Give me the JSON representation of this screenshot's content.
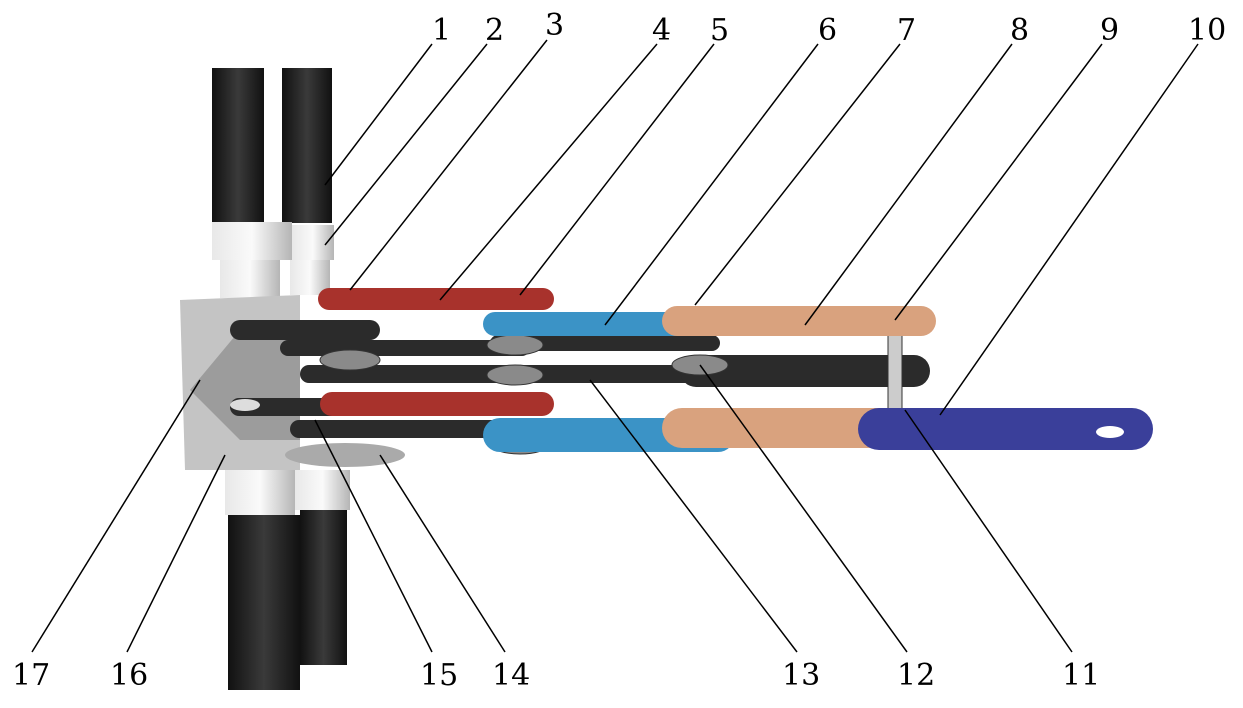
{
  "diagram": {
    "callouts": [
      {
        "id": "1",
        "text": "1"
      },
      {
        "id": "2",
        "text": "2"
      },
      {
        "id": "3",
        "text": "3"
      },
      {
        "id": "4",
        "text": "4"
      },
      {
        "id": "5",
        "text": "5"
      },
      {
        "id": "6",
        "text": "6"
      },
      {
        "id": "7",
        "text": "7"
      },
      {
        "id": "8",
        "text": "8"
      },
      {
        "id": "9",
        "text": "9"
      },
      {
        "id": "10",
        "text": "10"
      },
      {
        "id": "11",
        "text": "11"
      },
      {
        "id": "12",
        "text": "12"
      },
      {
        "id": "13",
        "text": "13"
      },
      {
        "id": "14",
        "text": "14"
      },
      {
        "id": "15",
        "text": "15"
      },
      {
        "id": "16",
        "text": "16"
      },
      {
        "id": "17",
        "text": "17"
      }
    ],
    "colors": {
      "motor": "#1a1a1a",
      "aluminum": "#cfcfcf",
      "base": "#bdbdbd",
      "red_link": "#a8322c",
      "blue_link": "#3b93c6",
      "copper_link": "#d9a27e",
      "purple_link": "#3a3f9a",
      "belt": "#2b2b2b"
    }
  }
}
